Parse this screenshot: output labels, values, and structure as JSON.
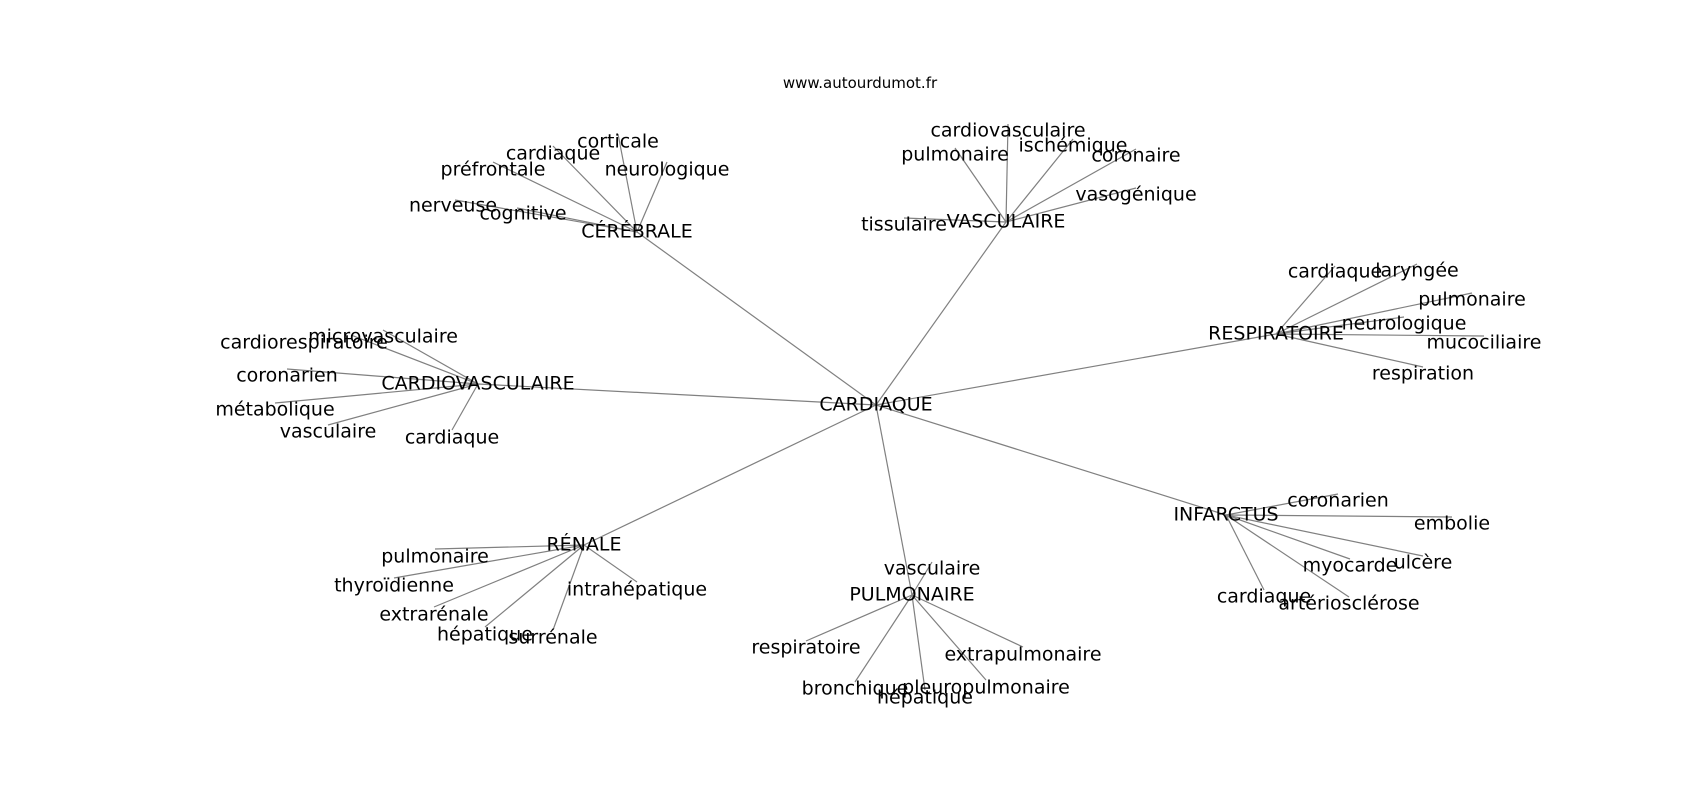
{
  "credit": "www.autourdumot.fr",
  "graph": {
    "center": "CARDIAQUE",
    "hubs": [
      {
        "label": "CÉRÉBRALE",
        "leaves": [
          "corticale",
          "cardiaque",
          "préfrontale",
          "neurologique",
          "nerveuse",
          "cognitive"
        ]
      },
      {
        "label": "VASCULAIRE",
        "leaves": [
          "cardiovasculaire",
          "pulmonaire",
          "ischémique",
          "coronaire",
          "vasogénique",
          "tissulaire"
        ]
      },
      {
        "label": "RESPIRATOIRE",
        "leaves": [
          "cardiaque",
          "laryngée",
          "pulmonaire",
          "neurologique",
          "mucociliaire",
          "respiration"
        ]
      },
      {
        "label": "CARDIOVASCULAIRE",
        "leaves": [
          "cardiorespiratoire",
          "microvasculaire",
          "coronarien",
          "métabolique",
          "vasculaire",
          "cardiaque"
        ]
      },
      {
        "label": "INFARCTUS",
        "leaves": [
          "coronarien",
          "embolie",
          "myocarde",
          "ulcère",
          "cardiaque",
          "artériosclérose"
        ]
      },
      {
        "label": "RÉNALE",
        "leaves": [
          "pulmonaire",
          "thyroïdienne",
          "intrahépatique",
          "extrarénale",
          "hépatique",
          "surrénale"
        ]
      },
      {
        "label": "PULMONAIRE",
        "leaves": [
          "vasculaire",
          "respiratoire",
          "extrapulmonaire",
          "bronchique",
          "pleuropulmonaire",
          "hépatique"
        ]
      }
    ]
  }
}
